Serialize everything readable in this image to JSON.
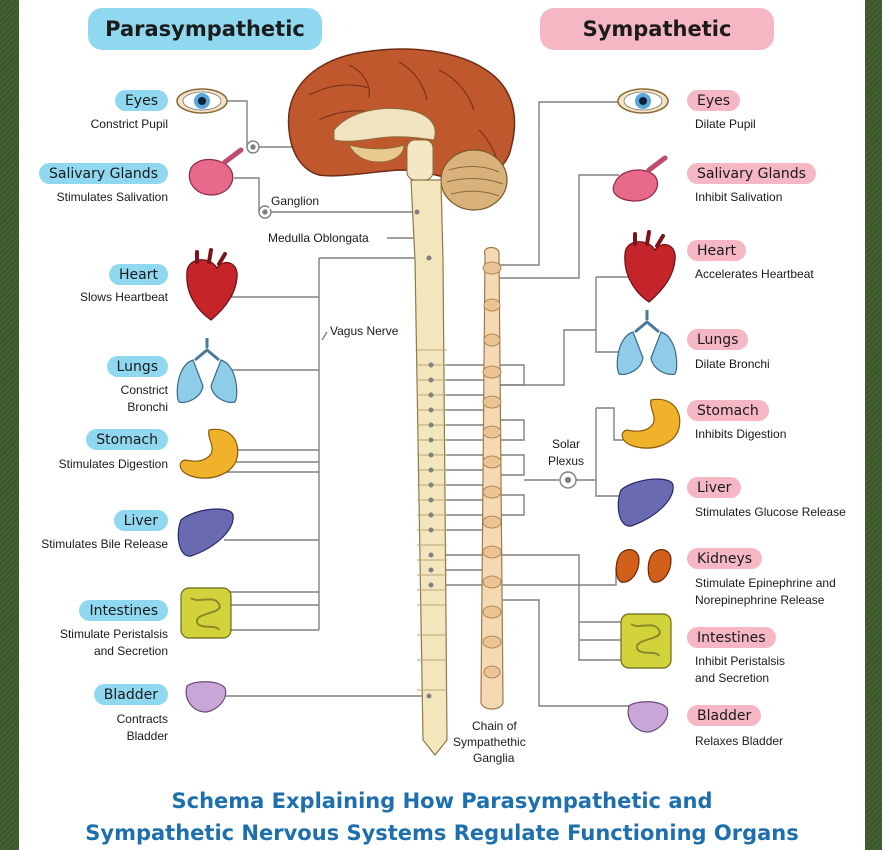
{
  "headers": {
    "parasympathetic": "Parasympathetic",
    "sympathetic": "Sympathetic"
  },
  "parasympathetic_organs": [
    {
      "label": "Eyes",
      "desc": [
        "Constrict Pupil"
      ]
    },
    {
      "label": "Salivary Glands",
      "desc": [
        "Stimulates Salivation"
      ]
    },
    {
      "label": "Heart",
      "desc": [
        "Slows Heartbeat"
      ]
    },
    {
      "label": "Lungs",
      "desc": [
        "Constrict",
        "Bronchi"
      ]
    },
    {
      "label": "Stomach",
      "desc": [
        "Stimulates Digestion"
      ]
    },
    {
      "label": "Liver",
      "desc": [
        "Stimulates Bile Release"
      ]
    },
    {
      "label": "Intestines",
      "desc": [
        "Stimulate Peristalsis",
        "and Secretion"
      ]
    },
    {
      "label": "Bladder",
      "desc": [
        "Contracts",
        "Bladder"
      ]
    }
  ],
  "sympathetic_organs": [
    {
      "label": "Eyes",
      "desc": [
        "Dilate Pupil"
      ]
    },
    {
      "label": "Salivary Glands",
      "desc": [
        "Inhibit Salivation"
      ]
    },
    {
      "label": "Heart",
      "desc": [
        "Accelerates Heartbeat"
      ]
    },
    {
      "label": "Lungs",
      "desc": [
        "Dilate Bronchi"
      ]
    },
    {
      "label": "Stomach",
      "desc": [
        "Inhibits Digestion"
      ]
    },
    {
      "label": "Liver",
      "desc": [
        "Stimulates Glucose Release"
      ]
    },
    {
      "label": "Kidneys",
      "desc": [
        "Stimulate Epinephrine and",
        "Norepinephrine Release"
      ]
    },
    {
      "label": "Intestines",
      "desc": [
        "Inhibit Peristalsis",
        "and Secretion"
      ]
    },
    {
      "label": "Bladder",
      "desc": [
        "Relaxes Bladder"
      ]
    }
  ],
  "structure_labels": {
    "ganglion": "Ganglion",
    "medulla": "Medulla Oblongata",
    "vagus": "Vagus Nerve",
    "solar_plexus": [
      "Solar",
      "Plexus"
    ],
    "chain": [
      "Chain of",
      "Sympathethic",
      "Ganglia"
    ]
  },
  "caption": [
    "Schema Explaining How Parasympathetic and",
    "Sympathetic Nervous Systems Regulate Functioning Organs"
  ],
  "colors": {
    "para_pill": "#8fd8ef",
    "symp_pill": "#f6b7c4",
    "caption": "#1d6fae",
    "line": "#7a7a7a"
  }
}
